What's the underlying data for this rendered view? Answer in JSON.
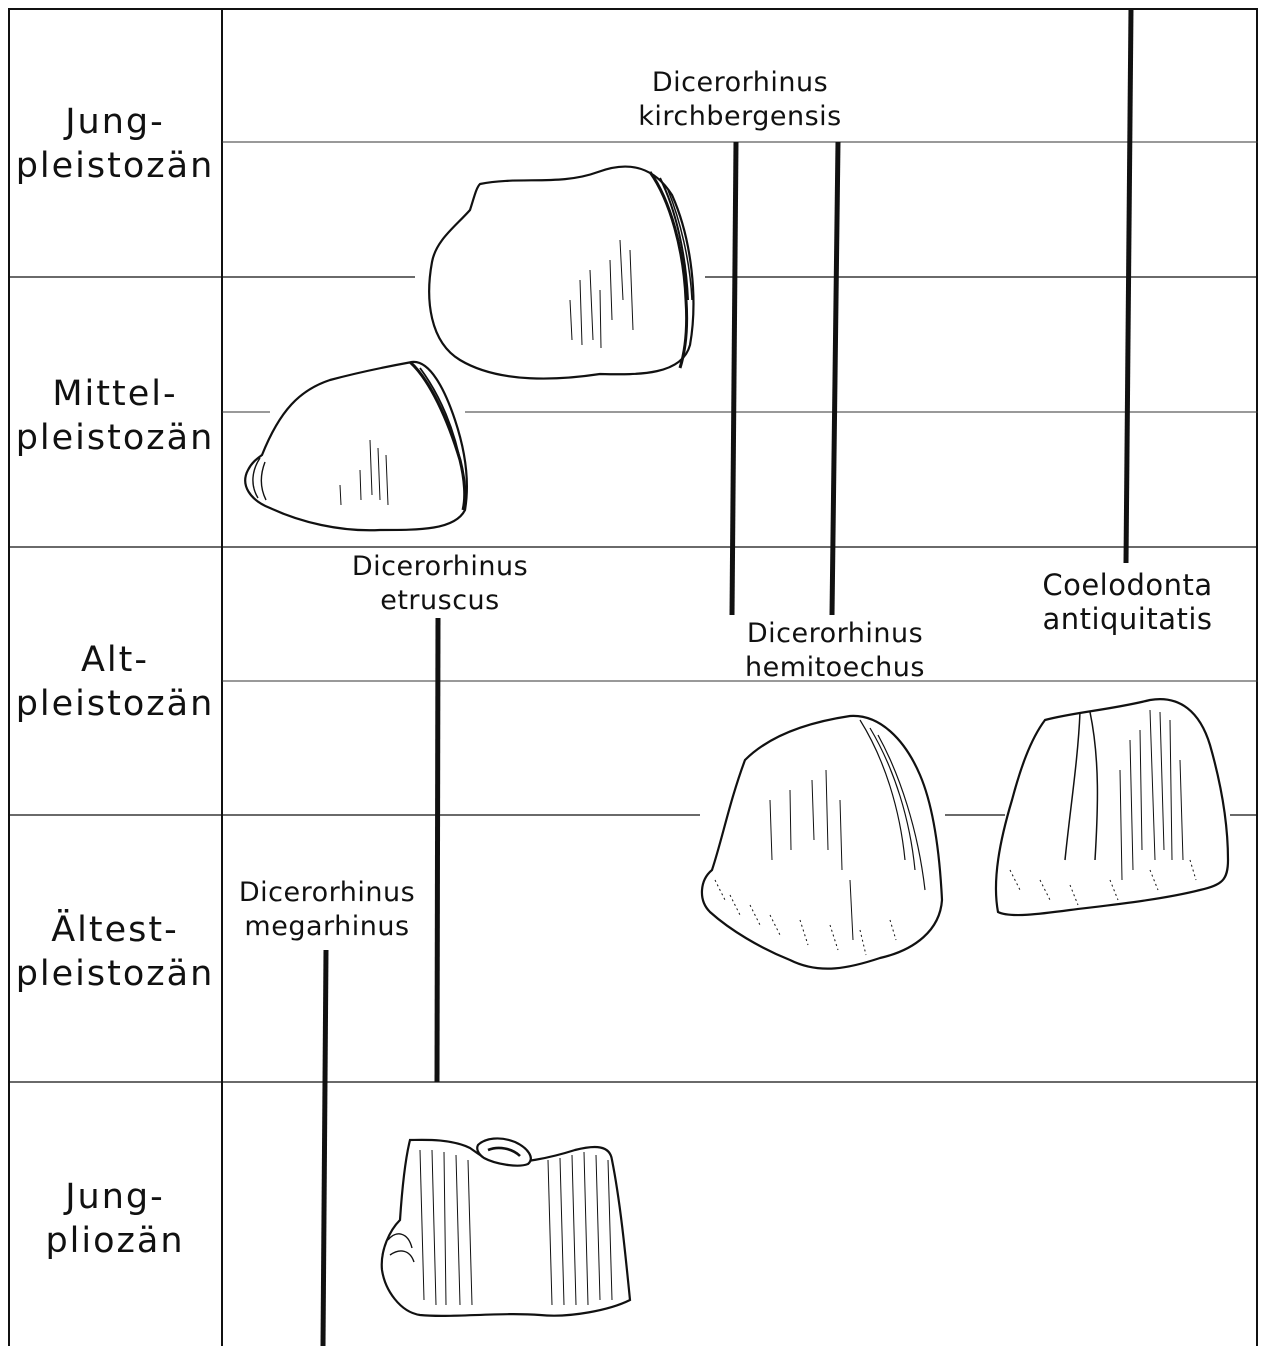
{
  "periods": [
    {
      "line1": "Jung-",
      "line2": "pleistozän"
    },
    {
      "line1": "Mittel-",
      "line2": "pleistozän"
    },
    {
      "line1": "Alt-",
      "line2": "pleistozän"
    },
    {
      "line1": "Ältest-",
      "line2": "pleistozän"
    },
    {
      "line1": "Jung-",
      "line2": "pliozän"
    }
  ],
  "taxa": {
    "kirchbergensis": {
      "line1": "Dicerorhinus",
      "line2": "kirchbergensis"
    },
    "etruscus": {
      "line1": "Dicerorhinus",
      "line2": "etruscus"
    },
    "hemitoechus": {
      "line1": "Dicerorhinus",
      "line2": "hemitoechus"
    },
    "antiquitatis": {
      "line1": "Coelodonta",
      "line2": "antiquitatis"
    },
    "megarhinus": {
      "line1": "Dicerorhinus",
      "line2": "megarhinus"
    }
  }
}
